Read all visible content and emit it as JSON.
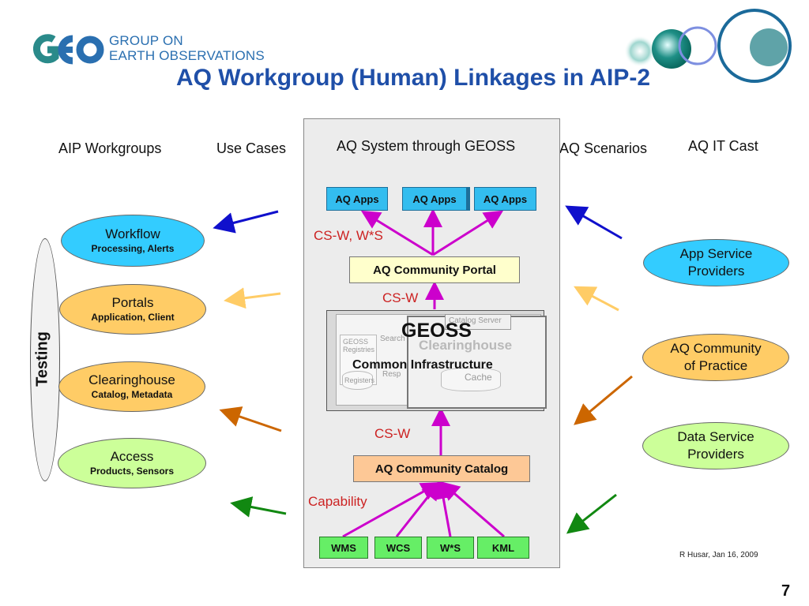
{
  "logo": {
    "text_line1": "GROUP ON",
    "text_line2": "EARTH OBSERVATIONS"
  },
  "title": "AQ Workgroup (Human) Linkages in AIP-2",
  "columns": {
    "workgroups": "AIP Workgroups",
    "use_cases": "Use Cases",
    "system": "AQ System through GEOSS",
    "scenarios": "AQ Scenarios",
    "it_cast": "AQ IT Cast"
  },
  "system": {
    "apps": [
      "AQ Apps",
      "AQ Apps",
      "AQ Apps"
    ],
    "portal": "AQ Community Portal",
    "catalog": "AQ Community Catalog",
    "services": [
      "WMS",
      "WCS",
      "W*S",
      "KML"
    ],
    "label_csw_ws": "CS-W, W*S",
    "label_csw_1": "CS-W",
    "label_csw_2": "CS-W",
    "label_capability": "Capability",
    "geoss": {
      "title": "GEOSS",
      "clearinghouse": "Clearinghouse",
      "common": "Common Infrastructure",
      "catalog_server": "Catalog Server",
      "registries": "GEOSS Registries",
      "search": "Search",
      "resp": "Resp",
      "registers": "Registers",
      "cache": "Cache"
    }
  },
  "workgroups": [
    {
      "title": "Workflow",
      "subtitle": "Processing, Alerts",
      "color": "#33ccff"
    },
    {
      "title": "Portals",
      "subtitle": "Application, Client",
      "color": "#ffcc66"
    },
    {
      "title": "Clearinghouse",
      "subtitle": "Catalog, Metadata",
      "color": "#ffcc66"
    },
    {
      "title": "Access",
      "subtitle": "Products, Sensors",
      "color": "#ccff99"
    }
  ],
  "testing": "Testing",
  "providers": [
    {
      "line1": "App Service",
      "line2": "Providers",
      "color": "#33ccff"
    },
    {
      "line1": "AQ Community",
      "line2": "of Practice",
      "color": "#ffcc66"
    },
    {
      "line1": "Data Service",
      "line2": "Providers",
      "color": "#ccff99"
    }
  ],
  "arrow_colors": {
    "blue": "#1010cc",
    "yellow": "#ffcc66",
    "orange": "#cc6600",
    "green": "#118811",
    "magenta": "#cc00cc"
  },
  "footer": "R Husar, Jan 16, 2009",
  "page_number": "7"
}
